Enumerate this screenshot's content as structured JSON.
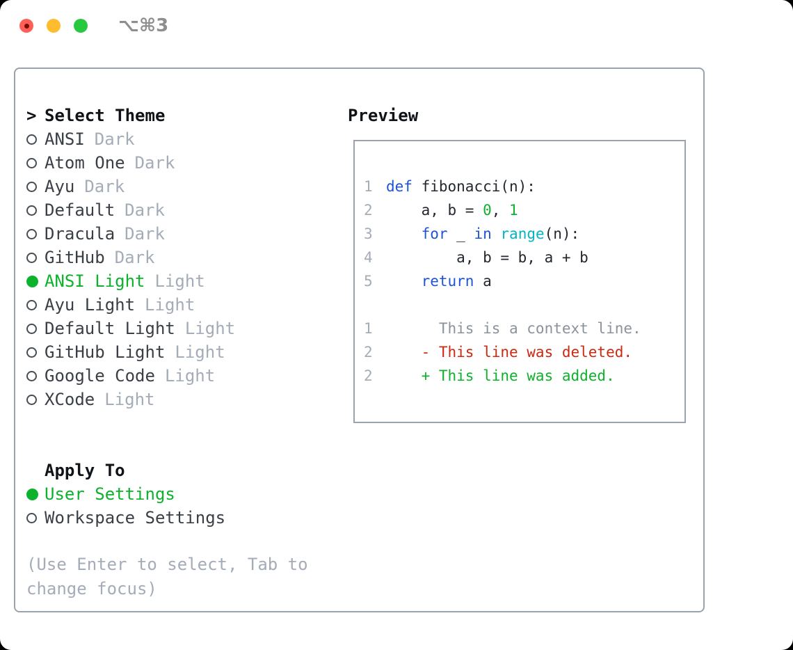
{
  "window": {
    "title": "⌥⌘3",
    "traffic_lights": {
      "close": "close-button",
      "minimize": "minimize-button",
      "zoom": "zoom-button"
    }
  },
  "colors": {
    "accent_green": "#0db22c",
    "keyword_blue": "#1d53d8",
    "function_cyan": "#00b5c9",
    "number_green": "#0db22c",
    "deleted_red": "#cd2812",
    "added_green": "#0db22c",
    "context_gray": "#8b929b",
    "muted_gray": "#a4acb8",
    "item_text": "#3a4046",
    "border_gray": "#9aa2ad",
    "traffic_red": "#ff5f57",
    "traffic_yellow": "#febc2e",
    "traffic_green": "#28c840"
  },
  "markers": {
    "selected": "filled-circle",
    "unselected": "outline-circle",
    "header_prompt": ">"
  },
  "theme_panel": {
    "header": {
      "prompt": ">",
      "label": "Select Theme"
    },
    "themes": [
      {
        "name": "ANSI",
        "variant": "Dark",
        "selected": false
      },
      {
        "name": "Atom One",
        "variant": "Dark",
        "selected": false
      },
      {
        "name": "Ayu",
        "variant": "Dark",
        "selected": false
      },
      {
        "name": "Default",
        "variant": "Dark",
        "selected": false
      },
      {
        "name": "Dracula",
        "variant": "Dark",
        "selected": false
      },
      {
        "name": "GitHub",
        "variant": "Dark",
        "selected": false
      },
      {
        "name": "ANSI Light",
        "variant": "Light",
        "selected": true
      },
      {
        "name": "Ayu Light",
        "variant": "Light",
        "selected": false
      },
      {
        "name": "Default Light",
        "variant": "Light",
        "selected": false
      },
      {
        "name": "GitHub Light",
        "variant": "Light",
        "selected": false
      },
      {
        "name": "Google Code",
        "variant": "Light",
        "selected": false
      },
      {
        "name": "XCode",
        "variant": "Light",
        "selected": false
      }
    ],
    "apply_to": {
      "label": "Apply To",
      "options": [
        {
          "label": "User Settings",
          "selected": true
        },
        {
          "label": "Workspace Settings",
          "selected": false
        }
      ]
    },
    "hint": "(Use Enter to select, Tab to change focus)"
  },
  "preview": {
    "label": "Preview",
    "lines": [
      {
        "num": "1",
        "tokens": [
          {
            "text": "def",
            "style": "kw"
          },
          {
            "text": " fibonacci(n):",
            "style": "plain"
          }
        ]
      },
      {
        "num": "2",
        "tokens": [
          {
            "text": "    a, b = ",
            "style": "plain"
          },
          {
            "text": "0",
            "style": "num"
          },
          {
            "text": ", ",
            "style": "plain"
          },
          {
            "text": "1",
            "style": "num"
          }
        ]
      },
      {
        "num": "3",
        "tokens": [
          {
            "text": "    ",
            "style": "plain"
          },
          {
            "text": "for",
            "style": "kw"
          },
          {
            "text": " _ ",
            "style": "plain"
          },
          {
            "text": "in",
            "style": "kw"
          },
          {
            "text": " ",
            "style": "plain"
          },
          {
            "text": "range",
            "style": "fn"
          },
          {
            "text": "(n):",
            "style": "plain"
          }
        ]
      },
      {
        "num": "4",
        "tokens": [
          {
            "text": "        a, b = b, a + b",
            "style": "plain"
          }
        ]
      },
      {
        "num": "5",
        "tokens": [
          {
            "text": "    ",
            "style": "plain"
          },
          {
            "text": "return",
            "style": "kw"
          },
          {
            "text": " a",
            "style": "plain"
          }
        ]
      },
      {
        "num": "",
        "tokens": []
      },
      {
        "num": "1",
        "tokens": [
          {
            "text": "      This is a context line.",
            "style": "ctx"
          }
        ]
      },
      {
        "num": "2",
        "tokens": [
          {
            "text": "    - This line was deleted.",
            "style": "del"
          }
        ]
      },
      {
        "num": "2",
        "tokens": [
          {
            "text": "    + This line was added.",
            "style": "add"
          }
        ]
      }
    ]
  }
}
